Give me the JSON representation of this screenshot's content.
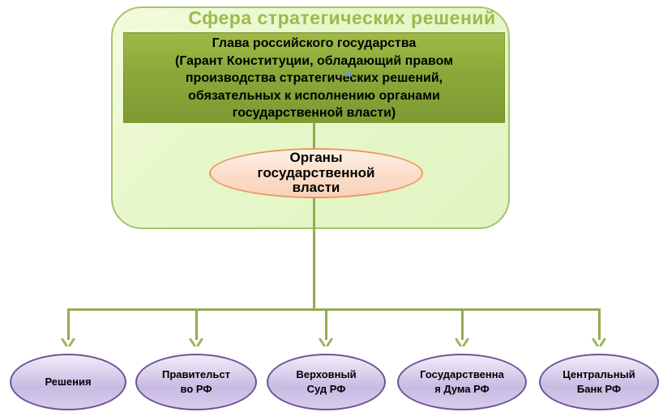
{
  "diagram": {
    "title": "Сфера стратегических решений",
    "head_box": {
      "text": "Глава российского государства\n(Гарант Конституции,  обладающий правом\nпроизводства стратегических решений,\nобязательных к исполнению органами\nгосударственной власти)"
    },
    "authority_ellipse": {
      "text": "Органы\nгосударственной\nвласти"
    },
    "children": [
      {
        "label": "Решения"
      },
      {
        "label": "Правительст\nво РФ"
      },
      {
        "label": "Верховный\nСуд РФ"
      },
      {
        "label": "Государственна\nя Дума РФ"
      },
      {
        "label": "Центральный\nБанк РФ"
      }
    ],
    "icons": {
      "arrow_down": "open-v-arrowhead",
      "cursor": "mouse-pointer"
    },
    "colors": {
      "outer_fill": "#e8f7cb",
      "outer_border": "#a9c26b",
      "title_text": "#9cba4d",
      "head_box_gradient_top": "#9fbb45",
      "head_box_gradient_bottom": "#7d9a33",
      "head_box_text": "#000000",
      "connector_line": "#93ac52",
      "authority_fill": "#f9d2b9",
      "authority_border": "#e89a62",
      "child_fill": "#c9bae2",
      "child_border": "#6c5598",
      "cursor_blue": "#6f9bd1"
    }
  }
}
